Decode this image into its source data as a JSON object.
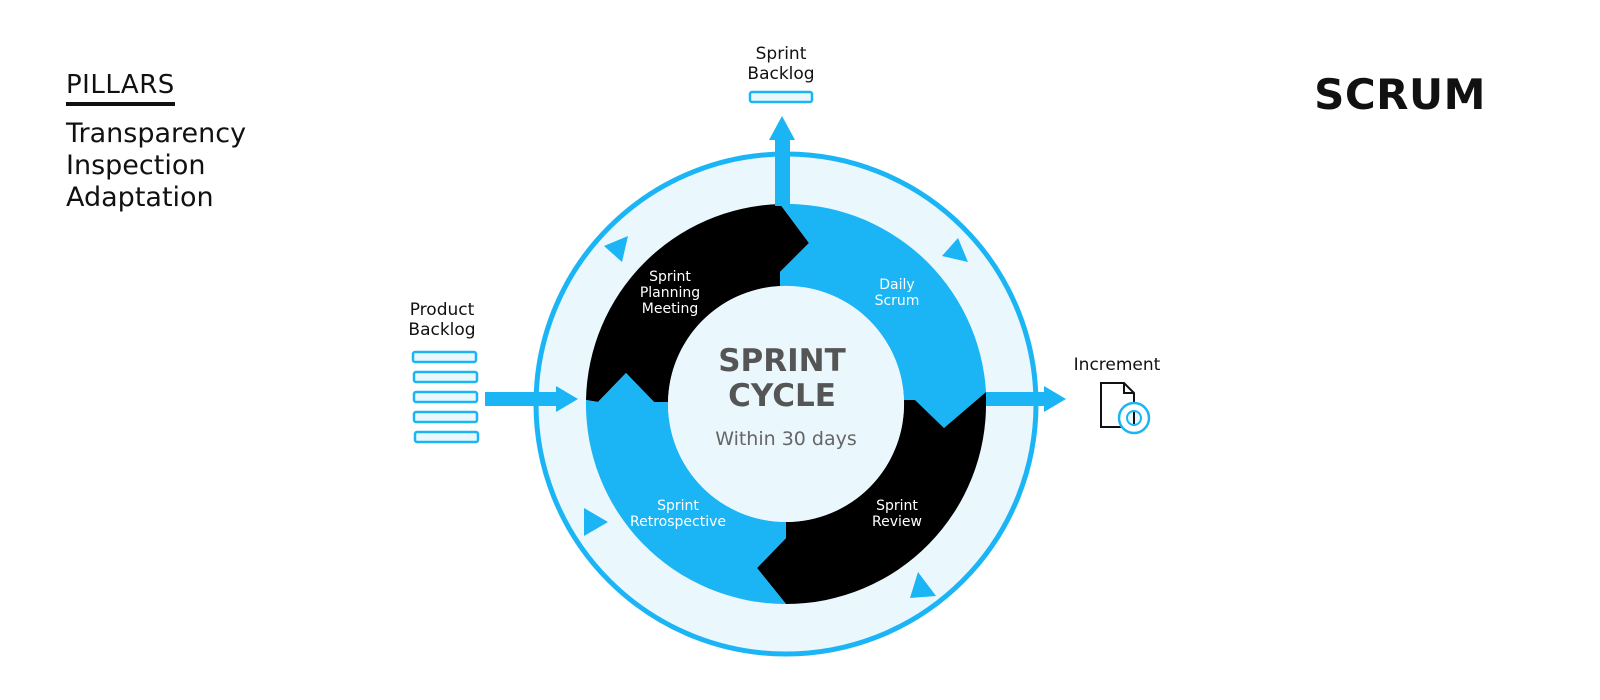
{
  "pillars": {
    "title": "PILLARS",
    "items": [
      "Transparency",
      "Inspection",
      "Adaptation"
    ]
  },
  "brand": "SCRUM",
  "inputs": {
    "sprint_backlog": [
      "Sprint",
      "Backlog"
    ],
    "product_backlog": [
      "Product",
      "Backlog"
    ],
    "increment": "Increment"
  },
  "cycle": {
    "title_line1": "SPRINT",
    "title_line2": "CYCLE",
    "subtitle": "Within 30 days"
  },
  "stages": {
    "planning": [
      "Sprint",
      "Planning",
      "Meeting"
    ],
    "daily": [
      "Daily",
      "Scrum"
    ],
    "review": [
      "Sprint",
      "Review"
    ],
    "retrospective": [
      "Sprint",
      "Retrospective"
    ]
  },
  "colors": {
    "accent": "#1bb5f5",
    "dark": "#000000",
    "ring_fill": "#eaf7fc",
    "hub_text": "#555555",
    "text": "#111111"
  }
}
